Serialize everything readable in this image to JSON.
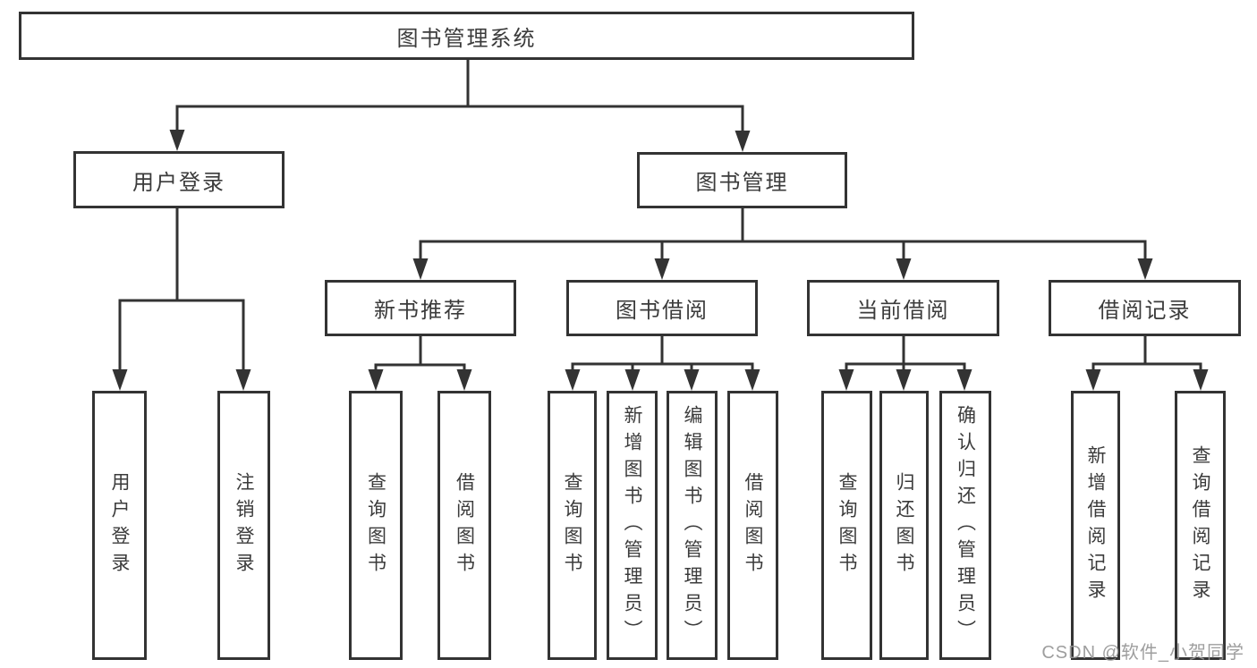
{
  "root": {
    "label": "图书管理系统",
    "children": [
      {
        "label": "用户登录",
        "children": [
          {
            "label": "用户登录"
          },
          {
            "label": "注销登录"
          }
        ]
      },
      {
        "label": "图书管理",
        "children": [
          {
            "label": "新书推荐",
            "children": [
              {
                "label": "查询图书"
              },
              {
                "label": "借阅图书"
              }
            ]
          },
          {
            "label": "图书借阅",
            "children": [
              {
                "label": "查询图书"
              },
              {
                "label": "新增图书（管理员）"
              },
              {
                "label": "编辑图书（管理员）"
              },
              {
                "label": "借阅图书"
              }
            ]
          },
          {
            "label": "当前借阅",
            "children": [
              {
                "label": "查询图书"
              },
              {
                "label": "归还图书"
              },
              {
                "label": "确认归还（管理员）"
              }
            ]
          },
          {
            "label": "借阅记录",
            "children": [
              {
                "label": "新增借阅记录"
              },
              {
                "label": "查询借阅记录"
              }
            ]
          }
        ]
      }
    ]
  },
  "watermark": {
    "text": "CSDN @软件_小贺同学"
  },
  "colors": {
    "line": "#333333",
    "box_border": "#333333",
    "text": "#3b3b3b",
    "watermark": "#969696",
    "background": "#ffffff"
  }
}
